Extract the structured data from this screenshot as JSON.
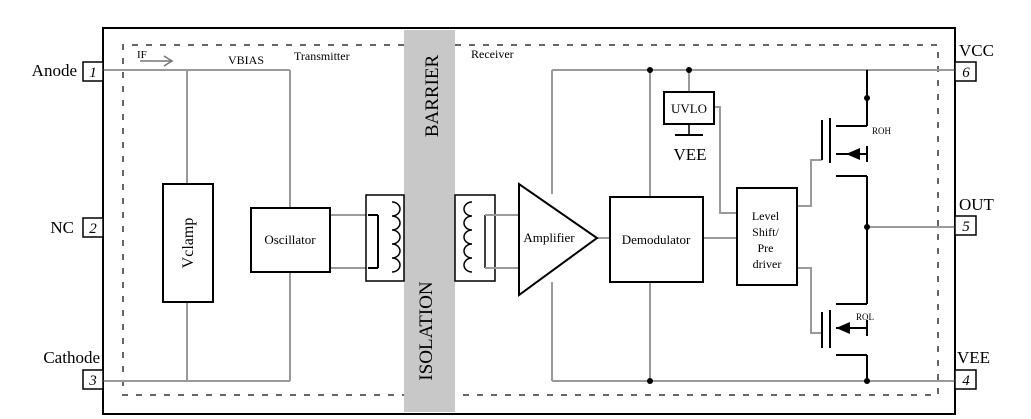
{
  "pins": [
    {
      "number": "1",
      "label": "Anode"
    },
    {
      "number": "2",
      "label": "NC"
    },
    {
      "number": "3",
      "label": "Cathode"
    },
    {
      "number": "6",
      "label": "VCC"
    },
    {
      "number": "5",
      "label": "OUT"
    },
    {
      "number": "4",
      "label": "VEE"
    }
  ],
  "labels": {
    "if_current": "IF",
    "vbias": "VBIAS",
    "transmitter": "Transmitter",
    "receiver": "Receiver",
    "barrier": "BARRIER",
    "isolation": "ISOLATION",
    "vee_ground": "VEE",
    "roh": "ROH",
    "rol": "ROL"
  },
  "blocks": {
    "vclamp": "Vclamp",
    "oscillator": "Oscillator",
    "amplifier": "Amplifier",
    "demodulator": "Demodulator",
    "uvlo": "UVLO",
    "level_shift": [
      "Level",
      "Shift/",
      "Pre",
      "driver"
    ]
  },
  "colors": {
    "wire": "#9a9a9a",
    "isolation_bar": "#c8c8c8",
    "outline": "#000000",
    "dashed_region": "#666666"
  }
}
